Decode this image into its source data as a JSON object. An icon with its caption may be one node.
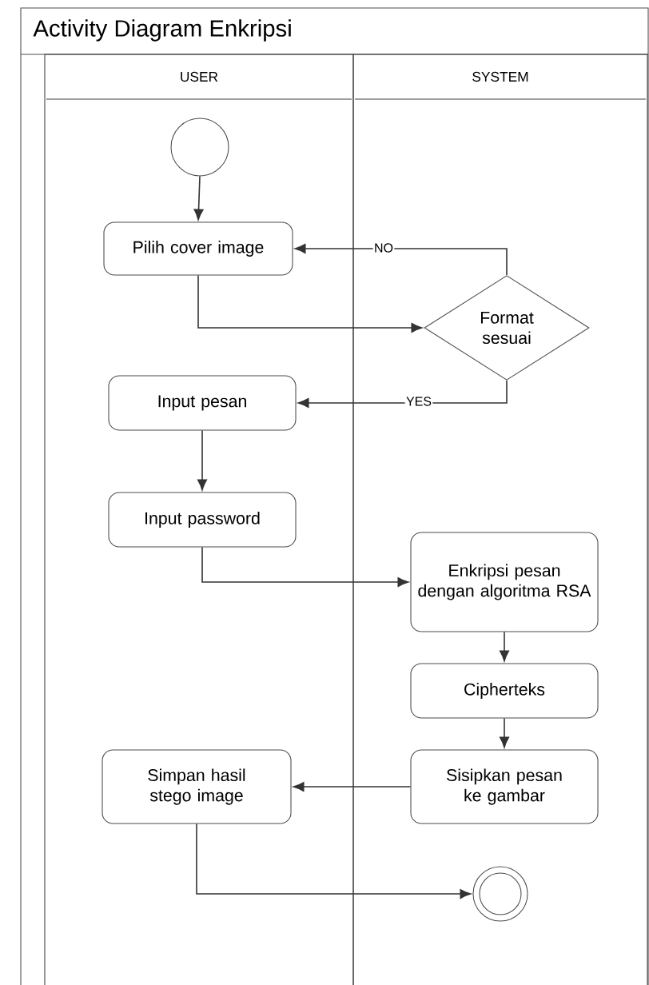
{
  "diagram": {
    "title": "Activity Diagram Enkripsi",
    "nodes": [
      {
        "text": [
          "USER"
        ]
      },
      {
        "text": [
          "SYSTEM"
        ]
      },
      {
        "text": [],
        "shape": "circle",
        "in": 0
      },
      {
        "text": [
          "Pilih cover image"
        ],
        "in": 0
      },
      {
        "text": [
          "Format sesuai"
        ],
        "in": 1
      },
      {
        "text": [
          "Input pesan"
        ],
        "in": 0
      },
      {
        "text": [
          "Input password"
        ],
        "in": 0
      },
      {
        "text": [
          "Enkripsi pesan dengan algoritma RSA"
        ],
        "in": 1
      },
      {
        "text": [
          "Cipherteks"
        ],
        "in": 1
      },
      {
        "text": [
          "Sisipkan pesan ke gambar"
        ],
        "in": 1
      },
      {
        "text": [
          "Simpan hasil stego image"
        ],
        "in": 0
      },
      {
        "text": [],
        "shape": "circle",
        "in": 1
      }
    ],
    "edges": [
      {
        "from": 2,
        "to": 3,
        "arrow": "to"
      },
      {
        "from": 3,
        "to": 4,
        "arrow": "to"
      },
      {
        "from": 4,
        "to": 3,
        "arrow": "to",
        "label": "NO"
      },
      {
        "from": 4,
        "to": 5,
        "arrow": "to",
        "label": "YES"
      },
      {
        "from": 5,
        "to": 6,
        "arrow": "to"
      },
      {
        "from": 6,
        "to": 7,
        "arrow": "to"
      },
      {
        "from": 7,
        "to": 8,
        "arrow": "to"
      },
      {
        "from": 8,
        "to": 9,
        "arrow": "to"
      },
      {
        "from": 9,
        "to": 10,
        "arrow": "to"
      },
      {
        "from": 10,
        "to": 11,
        "arrow": "to"
      }
    ]
  }
}
